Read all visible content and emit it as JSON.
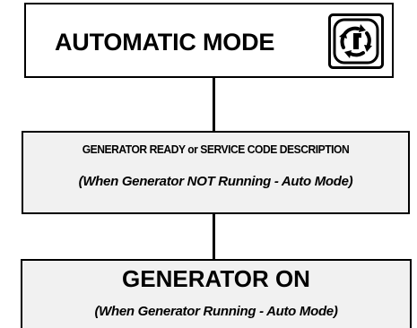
{
  "auto_box": {
    "title": "AUTOMATIC MODE",
    "icon": "auto-mode-icon"
  },
  "ready_box": {
    "line1": "GENERATOR READY or SERVICE CODE DESCRIPTION",
    "line2": "(When Generator NOT Running - Auto Mode)"
  },
  "on_box": {
    "title": "GENERATOR ON",
    "subtitle": "(When Generator Running - Auto Mode)"
  },
  "colors": {
    "line": "#000000",
    "box_fill": "#f1f1f1"
  }
}
